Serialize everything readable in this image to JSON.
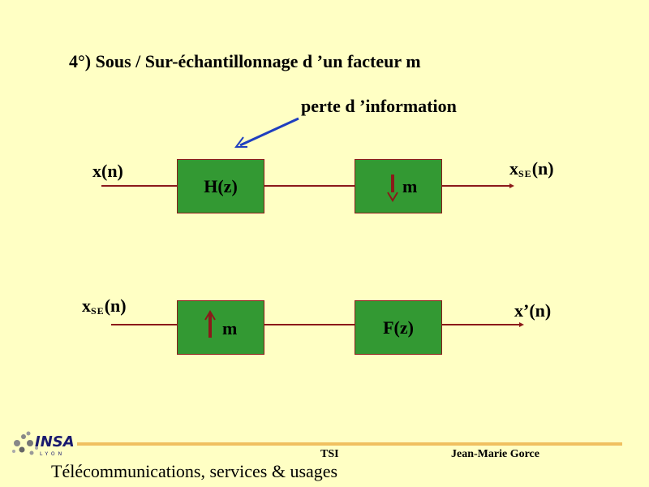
{
  "slide": {
    "title": "4°) Sous / Sur-échantillonnage d ’un facteur m",
    "annotation": "perte d ’information"
  },
  "diagram1": {
    "input": "x(n)",
    "block1": "H(z)",
    "block2": "m",
    "output_main": "x",
    "output_sub": "SE",
    "output_tail": "(n)"
  },
  "diagram2": {
    "input_main": "x",
    "input_sub": "SE",
    "input_tail": "(n)",
    "block1": "m",
    "block2": "F(z)",
    "output": "x’(n)"
  },
  "footer": {
    "logo_text": "INSA",
    "logo_sub": "LYON",
    "course": "TSI",
    "author": "Jean-Marie Gorce",
    "organization": "Télécommunications, services & usages"
  },
  "colors": {
    "background": "#FFFFC4",
    "block_fill": "#339933",
    "line": "#8B1A1A",
    "arrow_annotation": "#1F3FBF",
    "footer_bar": "#F0C060"
  }
}
